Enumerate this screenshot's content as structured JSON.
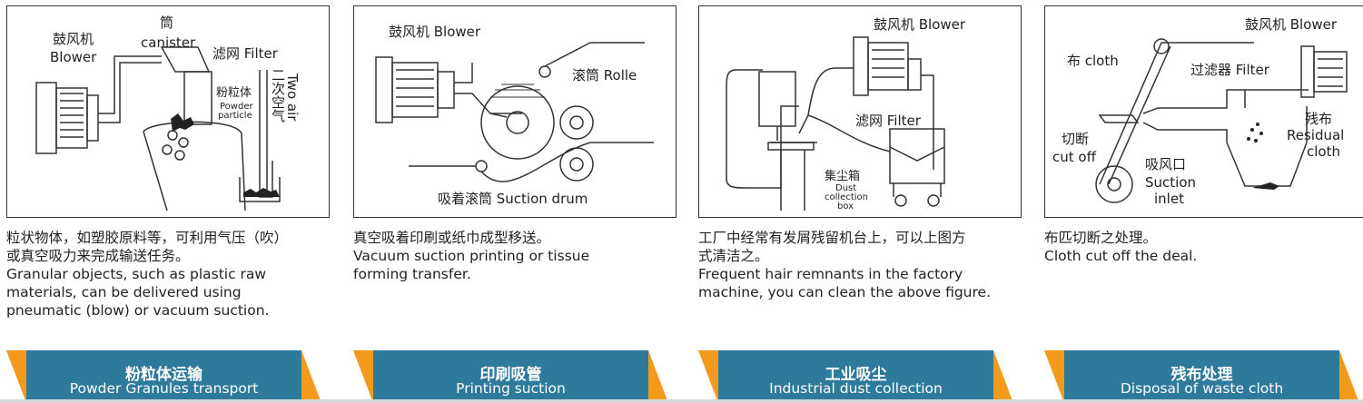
{
  "colors": {
    "banner_blue": "#2d7a9a",
    "banner_orange": "#f39a1c",
    "line": "#333333"
  },
  "panels": [
    {
      "labels": {
        "blower_zh": "鼓风机",
        "blower_en": "Blower",
        "canister_zh": "筒",
        "canister_en": "canister",
        "filter": "滤网 Filter",
        "two_air_en": "Two air",
        "two_air_zh": "二次空气",
        "powder_zh": "粉粒体",
        "powder_en1": "Powder",
        "powder_en2": "particle"
      },
      "desc_lines": [
        "粒状物体，如塑胶原料等，可利用气压（吹）",
        "或真空吸力来完成输送任务。",
        "Granular objects, such as plastic raw",
        "materials, can be delivered using",
        "pneumatic (blow) or vacuum suction."
      ],
      "banner_zh": "粉粒体运输",
      "banner_en": "Powder Granules transport"
    },
    {
      "labels": {
        "blower": "鼓风机 Blower",
        "roller": "滚筒 Rolle",
        "drum": "吸着滚筒 Suction drum"
      },
      "desc_lines": [
        "真空吸着印刷或纸巾成型移送。",
        "Vacuum suction printing or tissue",
        "forming transfer."
      ],
      "banner_zh": "印刷吸管",
      "banner_en": "Printing suction"
    },
    {
      "labels": {
        "blower": "鼓风机 Blower",
        "filter": "滤网 Filter",
        "dust_zh": "集尘箱",
        "dust_en1": "Dust",
        "dust_en2": "collection",
        "dust_en3": "box"
      },
      "desc_lines": [
        "工厂中经常有发屑残留机台上，可以上图方",
        "式清洁之。",
        "Frequent hair remnants in the factory",
        "machine, you can clean the above figure."
      ],
      "banner_zh": "工业吸尘",
      "banner_en": "Industrial dust collection"
    },
    {
      "labels": {
        "blower": "鼓风机 Blower",
        "cloth": "布 cloth",
        "filter": "过滤器 Filter",
        "residual_zh": "残布",
        "residual_en1": "Residual",
        "residual_en2": "cloth",
        "cut_zh": "切断",
        "cut_en": "cut off",
        "inlet_zh": "吸风口",
        "inlet_en1": "Suction",
        "inlet_en2": "inlet"
      },
      "desc_lines": [
        "布匹切断之处理。",
        "Cloth cut off the deal."
      ],
      "banner_zh": "残布处理",
      "banner_en": "Disposal of waste cloth"
    }
  ]
}
